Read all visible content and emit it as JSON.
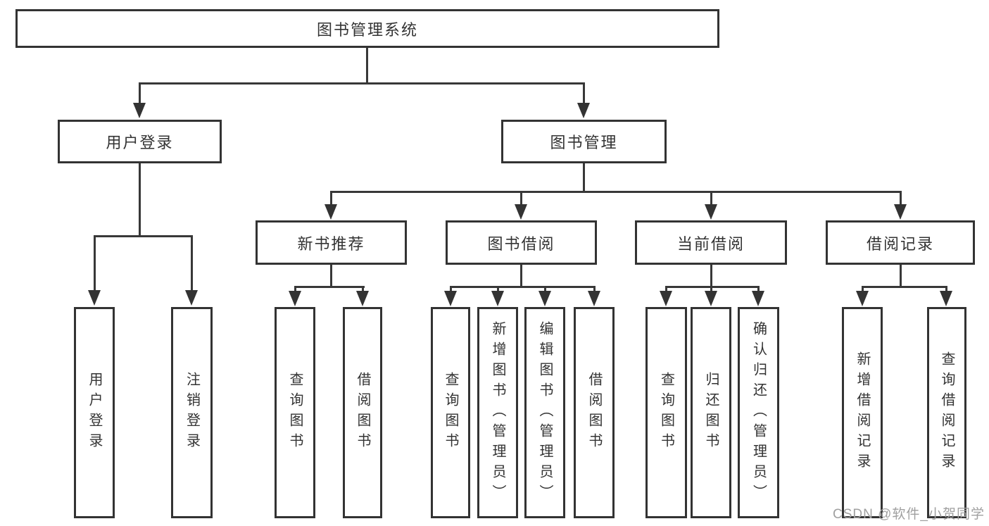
{
  "diagram": {
    "title": "图书管理系统",
    "branches": [
      {
        "label": "用户登录",
        "children": [
          "用户登录",
          "注销登录"
        ]
      },
      {
        "label": "图书管理",
        "children": [
          {
            "label": "新书推荐",
            "children": [
              "查询图书",
              "借阅图书"
            ]
          },
          {
            "label": "图书借阅",
            "children": [
              "查询图书",
              "新增图书（管理员）",
              "编辑图书（管理员）",
              "借阅图书"
            ]
          },
          {
            "label": "当前借阅",
            "children": [
              "查询图书",
              "归还图书",
              "确认归还（管理员）"
            ]
          },
          {
            "label": "借阅记录",
            "children": [
              "新增借阅记录",
              "查询借阅记录"
            ]
          }
        ]
      }
    ]
  },
  "watermark": "CSDN @软件_小贺同学",
  "colors": {
    "line": "#333333",
    "box_border": "#333333",
    "text": "#333333",
    "watermark": "#a0a0a0",
    "background": "#ffffff"
  }
}
